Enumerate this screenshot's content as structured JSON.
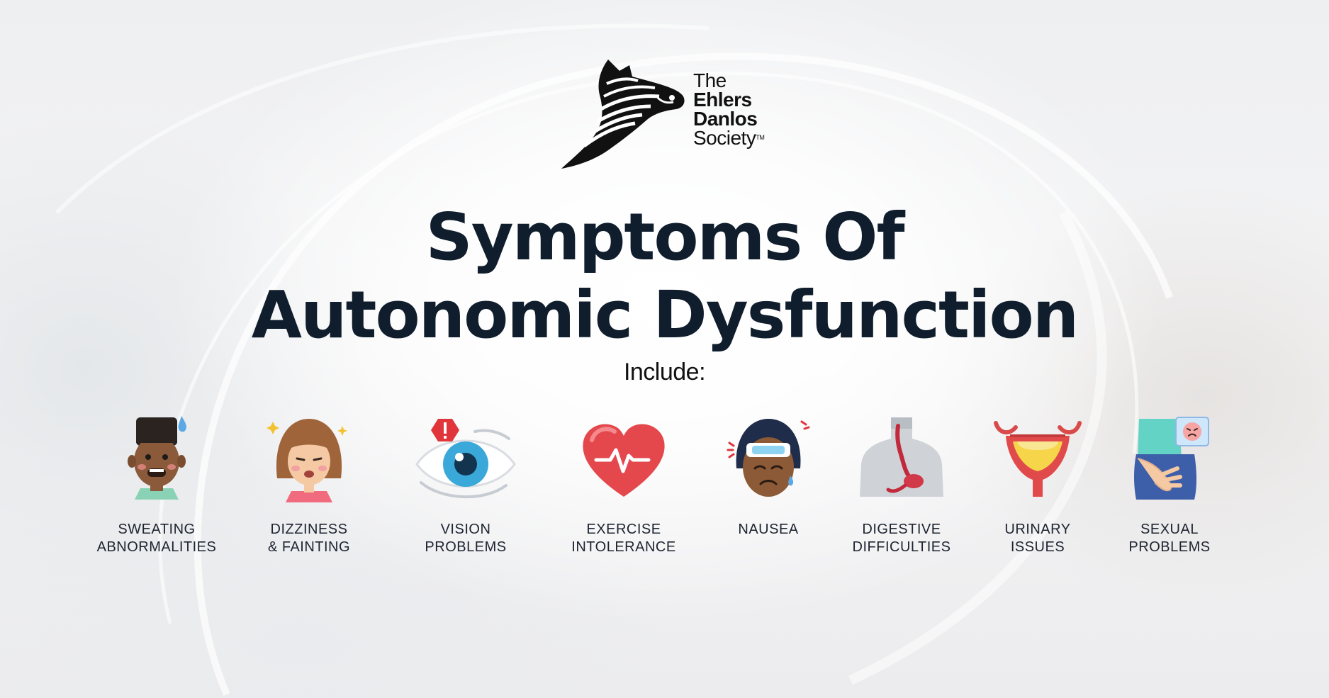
{
  "logo": {
    "line1": "The",
    "line2": "Ehlers",
    "line3": "Danlos",
    "line4": "Society",
    "trademark": "TM",
    "icon": "zebra-head-icon"
  },
  "title": {
    "line1": "Symptoms Of",
    "line2": "Autonomic Dysfunction"
  },
  "subtitle": "Include:",
  "colors": {
    "title": "#0f1d2c",
    "text": "#1d2430",
    "heart": "#e4484d",
    "eye_iris": "#3aa8d8",
    "alert": "#e0353a"
  },
  "symptoms": [
    {
      "icon": "sweating-face-icon",
      "line1": "SWEATING",
      "line2": "ABNORMALITIES"
    },
    {
      "icon": "dizzy-face-icon",
      "line1": "DIZZINESS",
      "line2": "& FAINTING"
    },
    {
      "icon": "eye-alert-icon",
      "line1": "VISION",
      "line2": "PROBLEMS"
    },
    {
      "icon": "heart-pulse-icon",
      "line1": "EXERCISE",
      "line2": "INTOLERANCE"
    },
    {
      "icon": "nauseous-face-icon",
      "line1": "NAUSEA",
      "line2": ""
    },
    {
      "icon": "digestive-tract-icon",
      "line1": "DIGESTIVE",
      "line2": "DIFFICULTIES"
    },
    {
      "icon": "bladder-icon",
      "line1": "URINARY",
      "line2": "ISSUES"
    },
    {
      "icon": "pelvic-pain-icon",
      "line1": "SEXUAL",
      "line2": "PROBLEMS"
    }
  ]
}
